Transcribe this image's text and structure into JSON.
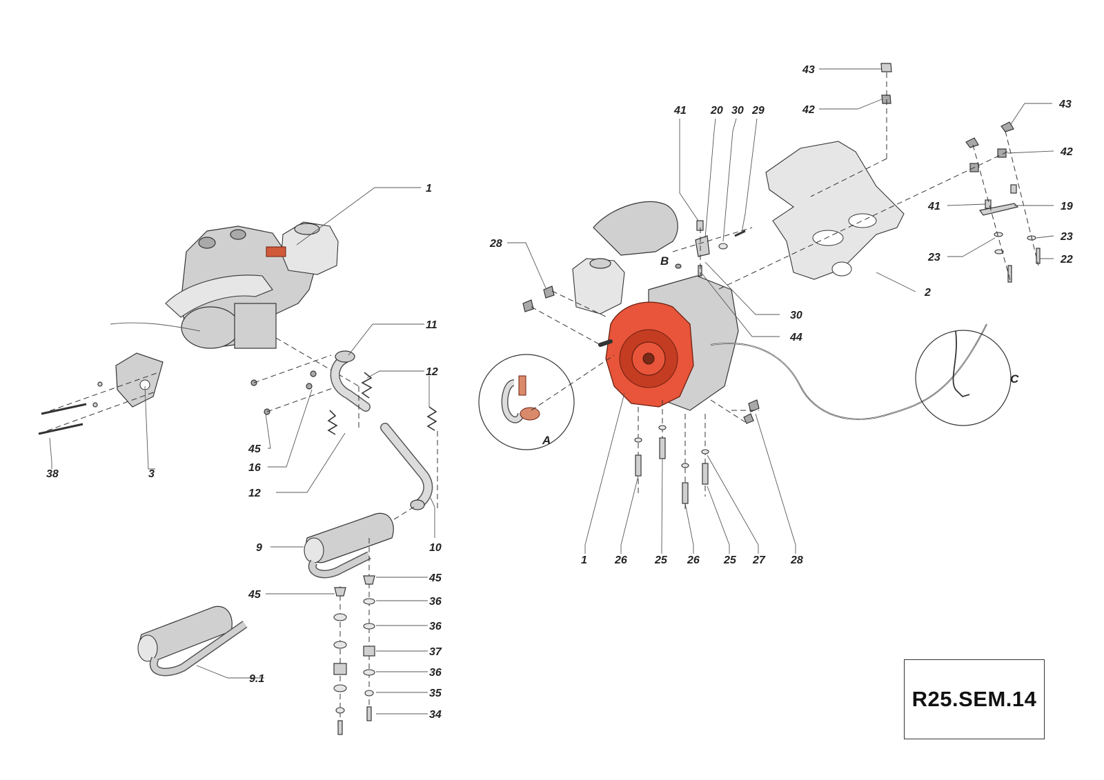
{
  "drawing_code": "R25.SEM.14",
  "detail_views": [
    "A",
    "B",
    "C"
  ],
  "callouts": [
    {
      "id": "c1",
      "text": "1"
    },
    {
      "id": "c2",
      "text": "2"
    },
    {
      "id": "c3",
      "text": "3"
    },
    {
      "id": "c9",
      "text": "9"
    },
    {
      "id": "c91",
      "text": "9.1"
    },
    {
      "id": "c10",
      "text": "10"
    },
    {
      "id": "c11",
      "text": "11"
    },
    {
      "id": "c12a",
      "text": "12"
    },
    {
      "id": "c12b",
      "text": "12"
    },
    {
      "id": "c16",
      "text": "16"
    },
    {
      "id": "c19",
      "text": "19"
    },
    {
      "id": "c20",
      "text": "20"
    },
    {
      "id": "c22",
      "text": "22"
    },
    {
      "id": "c23a",
      "text": "23"
    },
    {
      "id": "c23b",
      "text": "23"
    },
    {
      "id": "c25a",
      "text": "25"
    },
    {
      "id": "c25b",
      "text": "25"
    },
    {
      "id": "c26a",
      "text": "26"
    },
    {
      "id": "c26b",
      "text": "26"
    },
    {
      "id": "c27",
      "text": "27"
    },
    {
      "id": "c28a",
      "text": "28"
    },
    {
      "id": "c28b",
      "text": "28"
    },
    {
      "id": "c29",
      "text": "29"
    },
    {
      "id": "c30a",
      "text": "30"
    },
    {
      "id": "c30b",
      "text": "30"
    },
    {
      "id": "c34",
      "text": "34"
    },
    {
      "id": "c35",
      "text": "35"
    },
    {
      "id": "c36a",
      "text": "36"
    },
    {
      "id": "c36b",
      "text": "36"
    },
    {
      "id": "c36c",
      "text": "36"
    },
    {
      "id": "c37",
      "text": "37"
    },
    {
      "id": "c38",
      "text": "38"
    },
    {
      "id": "c41a",
      "text": "41"
    },
    {
      "id": "c41b",
      "text": "41"
    },
    {
      "id": "c42a",
      "text": "42"
    },
    {
      "id": "c42b",
      "text": "42"
    },
    {
      "id": "c43a",
      "text": "43"
    },
    {
      "id": "c43b",
      "text": "43"
    },
    {
      "id": "c44",
      "text": "44"
    },
    {
      "id": "c45a",
      "text": "45"
    },
    {
      "id": "c45b",
      "text": "45"
    },
    {
      "id": "c45c",
      "text": "45"
    },
    {
      "id": "c1b",
      "text": "1"
    }
  ]
}
